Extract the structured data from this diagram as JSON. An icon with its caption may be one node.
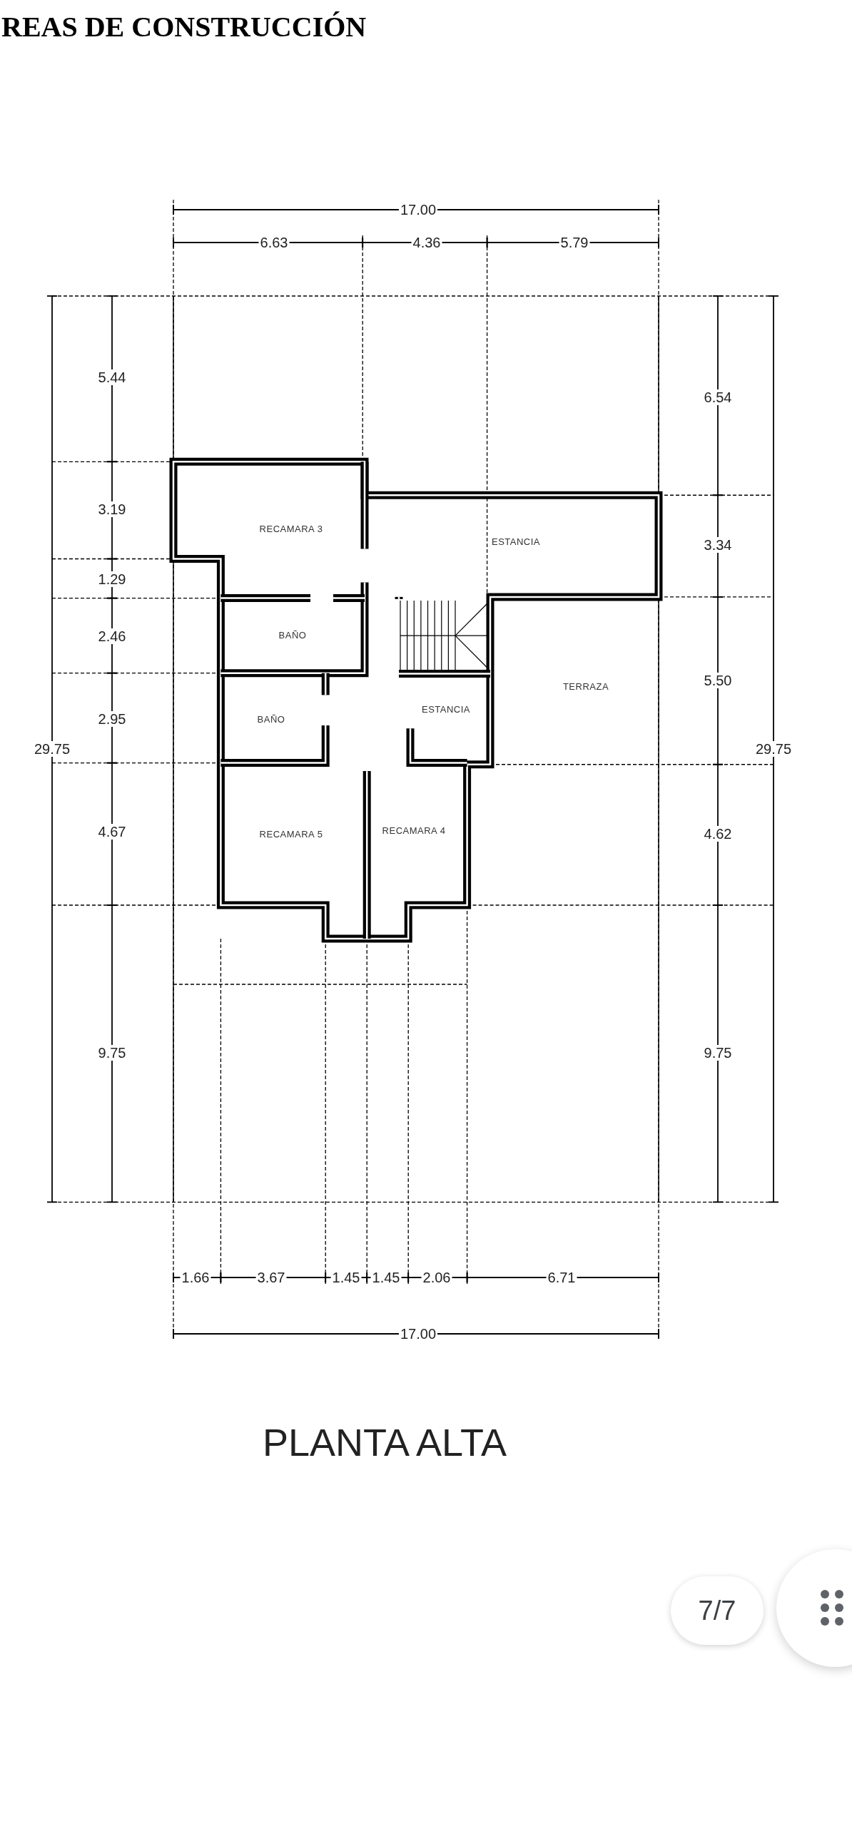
{
  "diagram": {
    "title": "REAS DE CONSTRUCCIÓN",
    "caption": "PLANTA ALTA",
    "labels": [
      "17.00",
      "6.63",
      "4.36",
      "5.79",
      "5.44",
      "6.54",
      "3.19",
      "RECAMARA 3",
      "ESTANCIA",
      "3.34",
      "1.29",
      "2.46",
      "BAÑO",
      "TERRAZA",
      "5.50",
      "2.95",
      "BAÑO",
      "ESTANCIA",
      "29.75",
      "29.75",
      "4.67",
      "RECAMARA 5",
      "RECAMARA 4",
      "4.62",
      "9.75",
      "9.75",
      "1.66",
      "3.67",
      "1.45",
      "1.45",
      "2.06",
      "6.71",
      "17.00",
      "7/7"
    ]
  }
}
